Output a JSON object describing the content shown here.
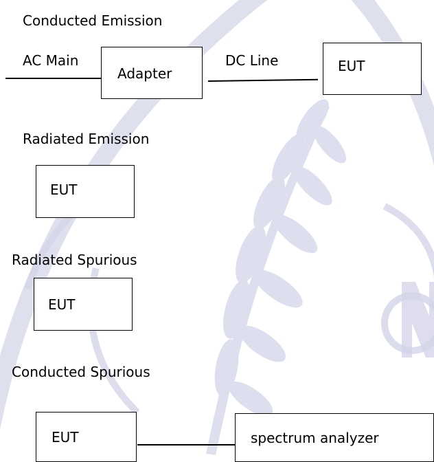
{
  "colors": {
    "watermark": "#d4d5e8",
    "ink": "#000000"
  },
  "sections": {
    "conducted_emission": {
      "title": "Conducted Emission",
      "ac_main_label": "AC Main",
      "adapter_label": "Adapter",
      "dc_line_label": "DC Line",
      "eut_label": "EUT"
    },
    "radiated_emission": {
      "title": "Radiated Emission",
      "eut_label": "EUT"
    },
    "radiated_spurious": {
      "title": "Radiated Spurious",
      "eut_label": "EUT"
    },
    "conducted_spurious": {
      "title": "Conducted Spurious",
      "eut_label": "EUT",
      "analyzer_label": "spectrum analyzer"
    }
  },
  "watermark": {
    "icons": [
      "laurel-branch-icon",
      "seal-ring-icon"
    ]
  }
}
